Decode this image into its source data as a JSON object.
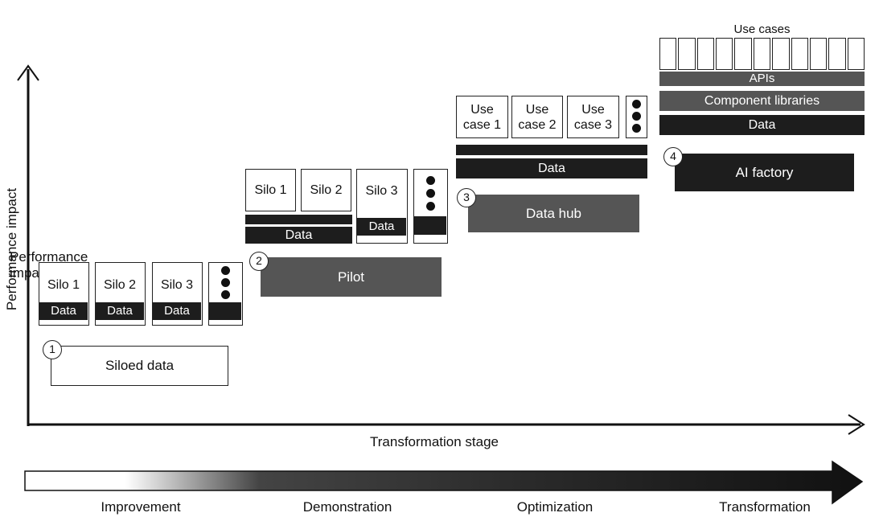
{
  "axes": {
    "y_label": "Performance impact",
    "x_label": "Transformation stage"
  },
  "stage1": {
    "number": "1",
    "label": "Siloed data",
    "silos": [
      "Silo 1",
      "Silo 2",
      "Silo 3"
    ],
    "data_label": "Data"
  },
  "stage2": {
    "number": "2",
    "label": "Pilot",
    "silos": [
      "Silo 1",
      "Silo 2",
      "Silo 3"
    ],
    "data_label": "Data",
    "silo3_data_label": "Data"
  },
  "stage3": {
    "number": "3",
    "label": "Data hub",
    "use_cases": [
      {
        "line1": "Use",
        "line2": "case 1"
      },
      {
        "line1": "Use",
        "line2": "case 2"
      },
      {
        "line1": "Use",
        "line2": "case 3"
      }
    ],
    "data_label": "Data"
  },
  "stage4": {
    "number": "4",
    "label": "AI factory",
    "use_cases_label": "Use cases",
    "apis_label": "APIs",
    "component_libraries_label": "Component libraries",
    "data_label": "Data"
  },
  "progression": {
    "labels": [
      "Improvement",
      "Demonstration",
      "Optimization",
      "Transformation"
    ]
  },
  "colors": {
    "dark": "#1d1d1d",
    "grey": "#555555"
  }
}
